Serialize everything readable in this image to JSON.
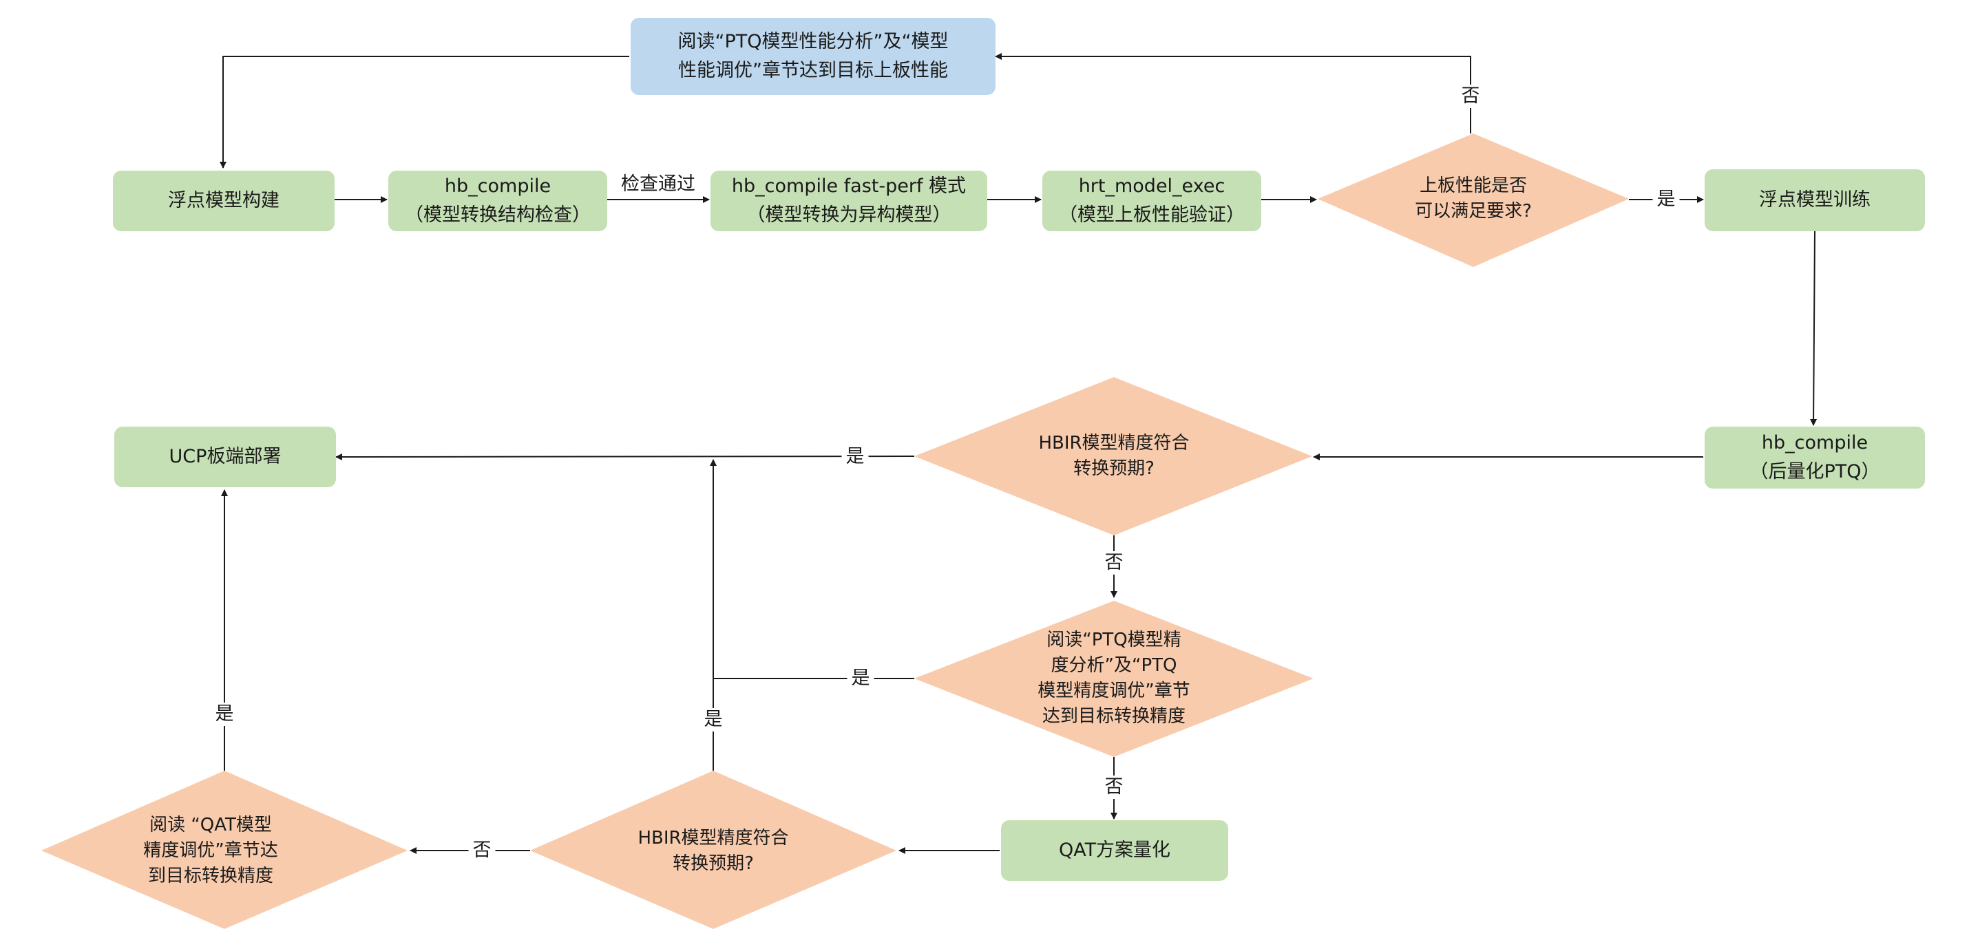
{
  "nodes": {
    "read_perf": [
      "阅读“PTQ模型性能分析”及“模型",
      "性能调优”章节达到目标上板性能"
    ],
    "float_build": "浮点模型构建",
    "hb_check": [
      "hb_compile",
      "（模型转换结构检查）"
    ],
    "fast_perf": [
      "hb_compile fast-perf 模式",
      "（模型转换为异构模型）"
    ],
    "hrt_exec": [
      "hrt_model_exec",
      "（模型上板性能验证）"
    ],
    "perf_ok": [
      "上板性能是否",
      "可以满足要求?"
    ],
    "float_train": "浮点模型训练",
    "hb_ptq": [
      "hb_compile",
      "（后量化PTQ）"
    ],
    "hbir_ok_1": [
      "HBIR模型精度符合",
      "转换预期?"
    ],
    "ucp": "UCP板端部署",
    "read_ptq_acc": [
      "阅读“PTQ模型精",
      "度分析”及“PTQ",
      "模型精度调优”章节",
      "达到目标转换精度"
    ],
    "qat": "QAT方案量化",
    "hbir_ok_2": [
      "HBIR模型精度符合",
      "转换预期?"
    ],
    "read_qat_acc": [
      "阅读 “QAT模型",
      "精度调优”章节达",
      "到目标转换精度"
    ]
  },
  "edge_labels": {
    "check_pass": "检查通过",
    "perf_no": "否",
    "perf_yes": "是",
    "hbir1_yes": "是",
    "hbir1_no": "否",
    "ptq_acc_yes": "是",
    "ptq_acc_no": "否",
    "hbir2_yes": "是",
    "hbir2_no": "否",
    "qat_acc_yes": "是"
  },
  "colors": {
    "process_fill": "#c5e0b4",
    "highlight_fill": "#bdd7ee",
    "decision_fill": "#f8cbad",
    "connector": "#1a1a1a"
  }
}
